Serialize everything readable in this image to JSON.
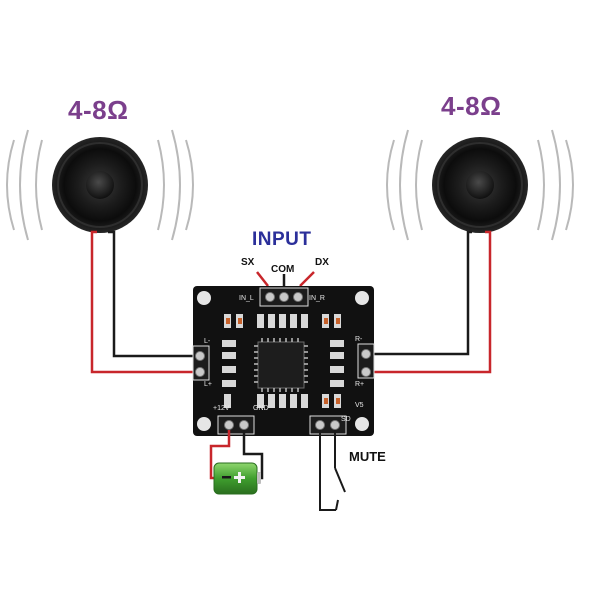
{
  "diagram": {
    "speaker_left": {
      "impedance": "4-8Ω"
    },
    "speaker_right": {
      "impedance": "4-8Ω"
    },
    "input": {
      "title": "INPUT",
      "pins": [
        "SX",
        "COM",
        "DX"
      ]
    },
    "board": {
      "silk_in_left": "IN_L",
      "silk_in_right": "IN_R",
      "silk_l_minus": "L-",
      "silk_l_plus": "L+",
      "silk_r_minus": "R-",
      "silk_r_plus": "R+",
      "silk_power": "+12V",
      "silk_gnd": "GND",
      "silk_sd": "SD",
      "silk_v5": "V5"
    },
    "mute": {
      "label": "MUTE"
    },
    "colors": {
      "wire_red": "#c8262b",
      "wire_black": "#1a1a1a",
      "board": "#111111",
      "label_purple": "#7b3f8c",
      "label_blue": "#2b2f9a",
      "battery_green": "#4cae3e"
    }
  }
}
